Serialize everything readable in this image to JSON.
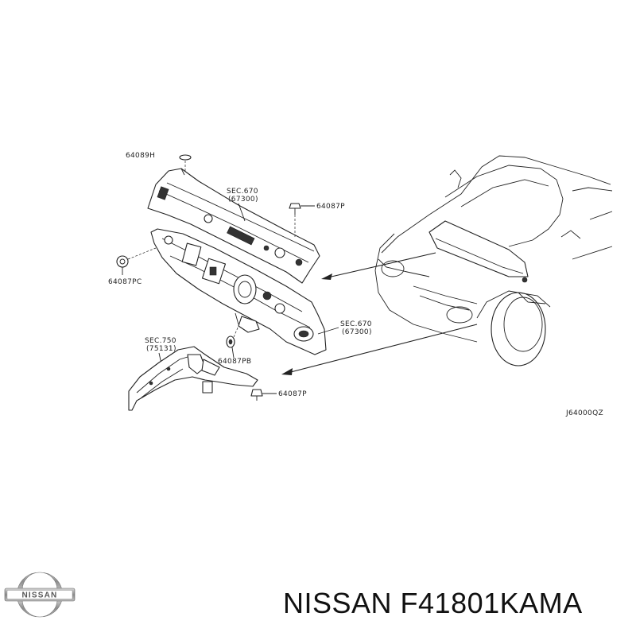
{
  "labels": {
    "top_partial": "64089H",
    "sec670_top": "SEC.670",
    "sec670_top_ref": "(67300)",
    "clip_64087P_top": "64087P",
    "clip_64087PC": "64087PC",
    "sec670_mid": "SEC.670",
    "sec670_mid_ref": "(67300)",
    "sec750": "SEC.750",
    "sec750_ref": "(75131)",
    "clip_64087PB": "64087PB",
    "clip_64087P_bottom": "64087P",
    "diagram_code": "J64000QZ"
  },
  "brand": {
    "logo_text": "NISSAN",
    "part_number": "NISSAN F41801KAMA"
  },
  "colors": {
    "line": "#222222",
    "text": "#111111",
    "logo_metal": "#9a9a9a"
  }
}
